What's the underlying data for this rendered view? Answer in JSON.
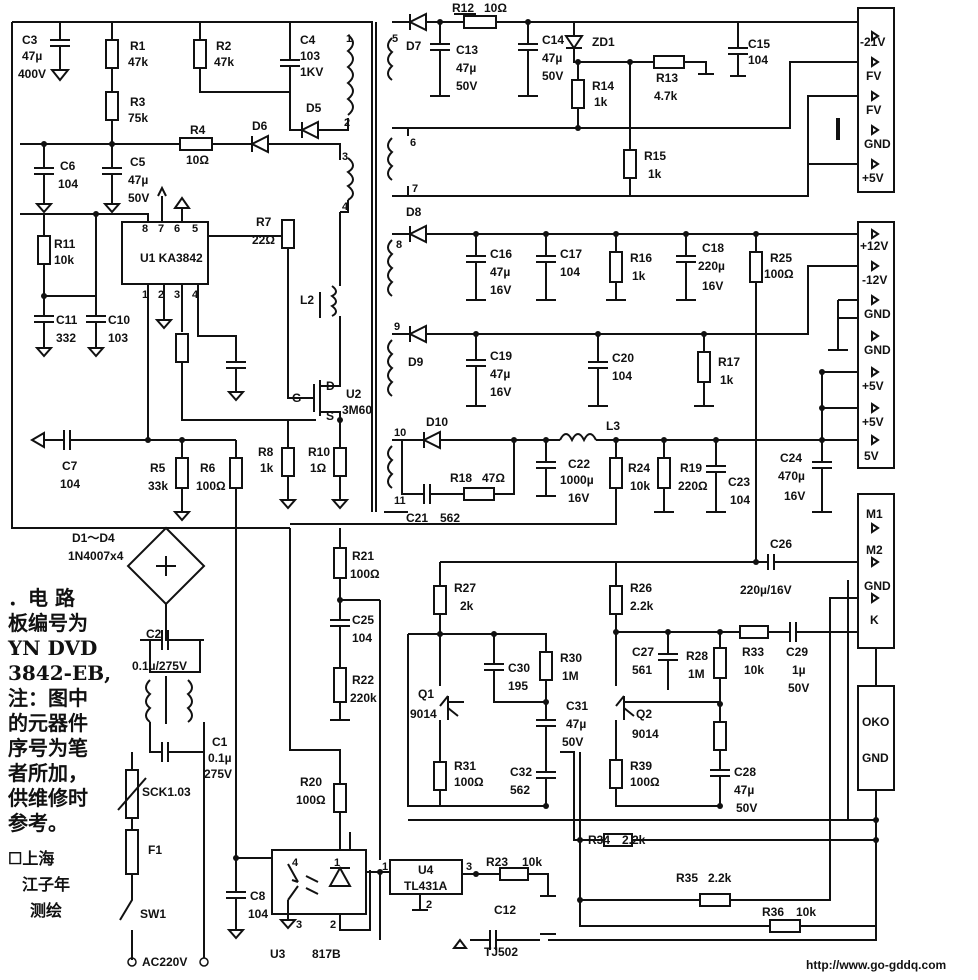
{
  "labels": {
    "C3": "C3",
    "C3_v1": "47µ",
    "C3_v2": "400V",
    "R1": "R1",
    "R1_v": "47k",
    "R3": "R3",
    "R3_v": "75k",
    "R2": "R2",
    "R2_v": "47k",
    "C4": "C4",
    "C4_v1": "103",
    "C4_v2": "1KV",
    "D5": "D5",
    "D6": "D6",
    "R4": "R4",
    "R4_v": "10Ω",
    "C6": "C6",
    "C6_v": "104",
    "C5": "C5",
    "C5_v1": "47µ",
    "C5_v2": "50V",
    "R11": "R11",
    "R11_v": "10k",
    "C11": "C11",
    "C11_v": "332",
    "C10": "C10",
    "C10_v": "103",
    "U1": "U1  KA3842",
    "R7": "R7",
    "R7_v": "22Ω",
    "L2": "L2",
    "U2": "U2",
    "U2_v": "3M60",
    "G": "G",
    "D": "D",
    "S": "S",
    "R8": "R8",
    "R8_v": "1k",
    "R10": "R10",
    "R10_v": "1Ω",
    "C7": "C7",
    "C7_v": "104",
    "R5": "R5",
    "R5_v": "33k",
    "R6": "R6",
    "R6_v": "100Ω",
    "D1D4": "D1～D4",
    "D1D4_v": "1N4007x4",
    "C2": "C2",
    "C2_v": "0.1µ/275V",
    "C1": "C1",
    "C1_v1": "0.1µ",
    "C1_v2": "275V",
    "SCK": "SCK1.03",
    "F1": "F1",
    "SW1": "SW1",
    "AC": "AC220V",
    "C8": "C8",
    "C8_v": "104",
    "U3": "U3",
    "U3_v": "817B",
    "R20": "R20",
    "R20_v": "100Ω",
    "R21": "R21",
    "R21_v": "100Ω",
    "C25": "C25",
    "C25_v": "104",
    "R22": "R22",
    "R22_v": "220k",
    "U4": "U4",
    "U4_v": "TL431A",
    "R23": "R23",
    "R23_v": "10k",
    "C12": "C12",
    "C12_v": "TJ502",
    "D7": "D7",
    "R12": "R12",
    "R12_v": "10Ω",
    "C13": "C13",
    "C13_v1": "47µ",
    "C13_v2": "50V",
    "C14": "C14",
    "C14_v1": "47µ",
    "C14_v2": "50V",
    "ZD1": "ZD1",
    "R14": "R14",
    "R14_v": "1k",
    "R13": "R13",
    "R13_v": "4.7k",
    "C15": "C15",
    "C15_v": "104",
    "R15": "R15",
    "R15_v": "1k",
    "D8": "D8",
    "C16": "C16",
    "C16_v1": "47µ",
    "C16_v2": "16V",
    "C17": "C17",
    "C17_v": "104",
    "R16": "R16",
    "R16_v": "1k",
    "C18": "C18",
    "C18_v1": "220µ",
    "C18_v2": "16V",
    "R25": "R25",
    "R25_v": "100Ω",
    "D9": "D9",
    "C19": "C19",
    "C19_v1": "47µ",
    "C19_v2": "16V",
    "C20": "C20",
    "C20_v": "104",
    "R17": "R17",
    "R17_v": "1k",
    "D10": "D10",
    "L3": "L3",
    "C22": "C22",
    "C22_v1": "1000µ",
    "C22_v2": "16V",
    "R24": "R24",
    "R24_v": "10k",
    "R19": "R19",
    "R19_v": "220Ω",
    "C23": "C23",
    "C23_v": "104",
    "C24": "C24",
    "C24_v1": "470µ",
    "C24_v2": "16V",
    "R18": "R18",
    "R18_v": "47Ω",
    "C21": "C21",
    "C21_v": "562",
    "C26": "C26",
    "C26_v": "220µ/16V",
    "R27": "R27",
    "R27_v": "2k",
    "R26": "R26",
    "R26_v": "2.2k",
    "C30": "C30",
    "C30_v": "195",
    "R30": "R30",
    "R30_v": "1M",
    "C27": "C27",
    "C27_v": "561",
    "R28": "R28",
    "R28_v": "1M",
    "R33": "R33",
    "R33_v": "10k",
    "C29": "C29",
    "C29_v1": "1µ",
    "C29_v2": "50V",
    "Q1": "Q1",
    "Q1_v": "9014",
    "Q2": "Q2",
    "Q2_v": "9014",
    "C31": "C31",
    "C31_v1": "47µ",
    "C31_v2": "50V",
    "R31": "R31",
    "R31_v": "100Ω",
    "C32": "C32",
    "C32_v": "562",
    "R39": "R39",
    "R39_v": "100Ω",
    "C28": "C28",
    "C28_v1": "47µ",
    "C28_v2": "50V",
    "R34": "R34",
    "R34_v": "2.2k",
    "R35": "R35",
    "R35_v": "2.2k",
    "R36": "R36",
    "R36_v": "10k",
    "p1": "1",
    "p2": "2",
    "p3": "3",
    "p4": "4",
    "p5": "5",
    "p6": "6",
    "p7": "7",
    "p8": "8",
    "p9": "9",
    "p10": "10",
    "p11": "11"
  },
  "ic_pins": {
    "u1_8": "8",
    "u1_7": "7",
    "u1_6": "6",
    "u1_5": "5",
    "u1_1": "1",
    "u1_2": "2",
    "u1_3": "3",
    "u1_4": "4",
    "u3_4": "4",
    "u3_1": "1",
    "u3_3": "3",
    "u3_2": "2",
    "u4_1": "1",
    "u4_3": "3",
    "u4_2": "2"
  },
  "connectors": {
    "top": [
      "-21V",
      "FV",
      "FV",
      "GND",
      "+5V"
    ],
    "mid": [
      "+12V",
      "-12V",
      "GND",
      "GND",
      "+5V",
      "+5V",
      "5V"
    ],
    "audio": [
      "M1",
      "M2",
      "GND",
      "K"
    ],
    "oko": [
      "OKO",
      "GND"
    ]
  },
  "note": {
    "lines": [
      "．电 路",
      "板编号为",
      "YN  DVD",
      "3842-EB,",
      "注：图中",
      "的元器件",
      "序号为笔",
      "者所加，",
      "供维修时",
      "参考。"
    ]
  },
  "credit": {
    "line1": "☐上海",
    "line2": "江子年",
    "line3": "测绘"
  },
  "url": "http://www.go-gddq.com"
}
